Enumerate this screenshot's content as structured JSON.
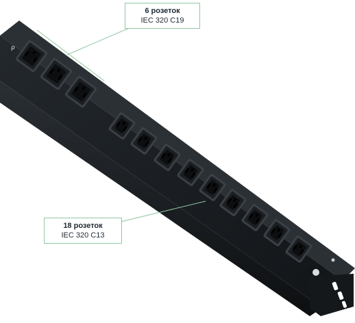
{
  "callouts": {
    "c19": {
      "count_label": "6 розеток",
      "type_label": "IEC 320 C19"
    },
    "c13": {
      "count_label": "18 розеток",
      "type_label": "IEC 320 C13"
    }
  },
  "device": {
    "colors": {
      "body_dark": "#111416",
      "body_light": "#2b3035",
      "socket_face": "#1c1f22",
      "socket_rim": "#3a4046",
      "callout_border": "#8fc7a3",
      "bracket": "#15181b"
    }
  }
}
